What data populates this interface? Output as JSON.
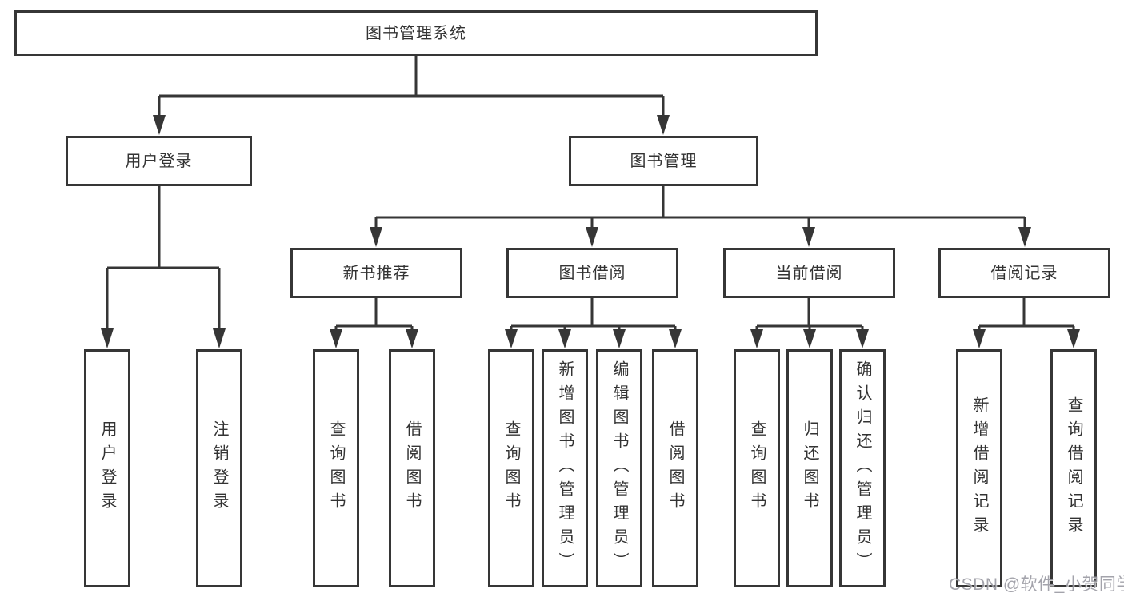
{
  "diagram": {
    "title": "图书管理系统",
    "root": {
      "label": "图书管理系统"
    },
    "level2": [
      {
        "label": "用户登录"
      },
      {
        "label": "图书管理"
      }
    ],
    "level3": [
      {
        "label": "新书推荐",
        "parent": "图书管理"
      },
      {
        "label": "图书借阅",
        "parent": "图书管理"
      },
      {
        "label": "当前借阅",
        "parent": "图书管理"
      },
      {
        "label": "借阅记录",
        "parent": "图书管理"
      }
    ],
    "leaves": [
      {
        "label": "用户登录",
        "parent": "用户登录"
      },
      {
        "label": "注销登录",
        "parent": "用户登录"
      },
      {
        "label": "查询图书",
        "parent": "新书推荐"
      },
      {
        "label": "借阅图书",
        "parent": "新书推荐"
      },
      {
        "label": "查询图书",
        "parent": "图书借阅"
      },
      {
        "label": "新增图书（管理员）",
        "parent": "图书借阅"
      },
      {
        "label": "编辑图书（管理员）",
        "parent": "图书借阅"
      },
      {
        "label": "借阅图书",
        "parent": "图书借阅"
      },
      {
        "label": "查询图书",
        "parent": "当前借阅"
      },
      {
        "label": "归还图书",
        "parent": "当前借阅"
      },
      {
        "label": "确认归还（管理员）",
        "parent": "当前借阅"
      },
      {
        "label": "新增借阅记录",
        "parent": "借阅记录"
      },
      {
        "label": "查询借阅记录",
        "parent": "借阅记录"
      }
    ]
  },
  "watermark": {
    "text": "CSDN @软件_小贺同学"
  },
  "colors": {
    "line": "#363636",
    "text": "#333333",
    "background": "#ffffff",
    "watermark": "#9a9aa2"
  }
}
